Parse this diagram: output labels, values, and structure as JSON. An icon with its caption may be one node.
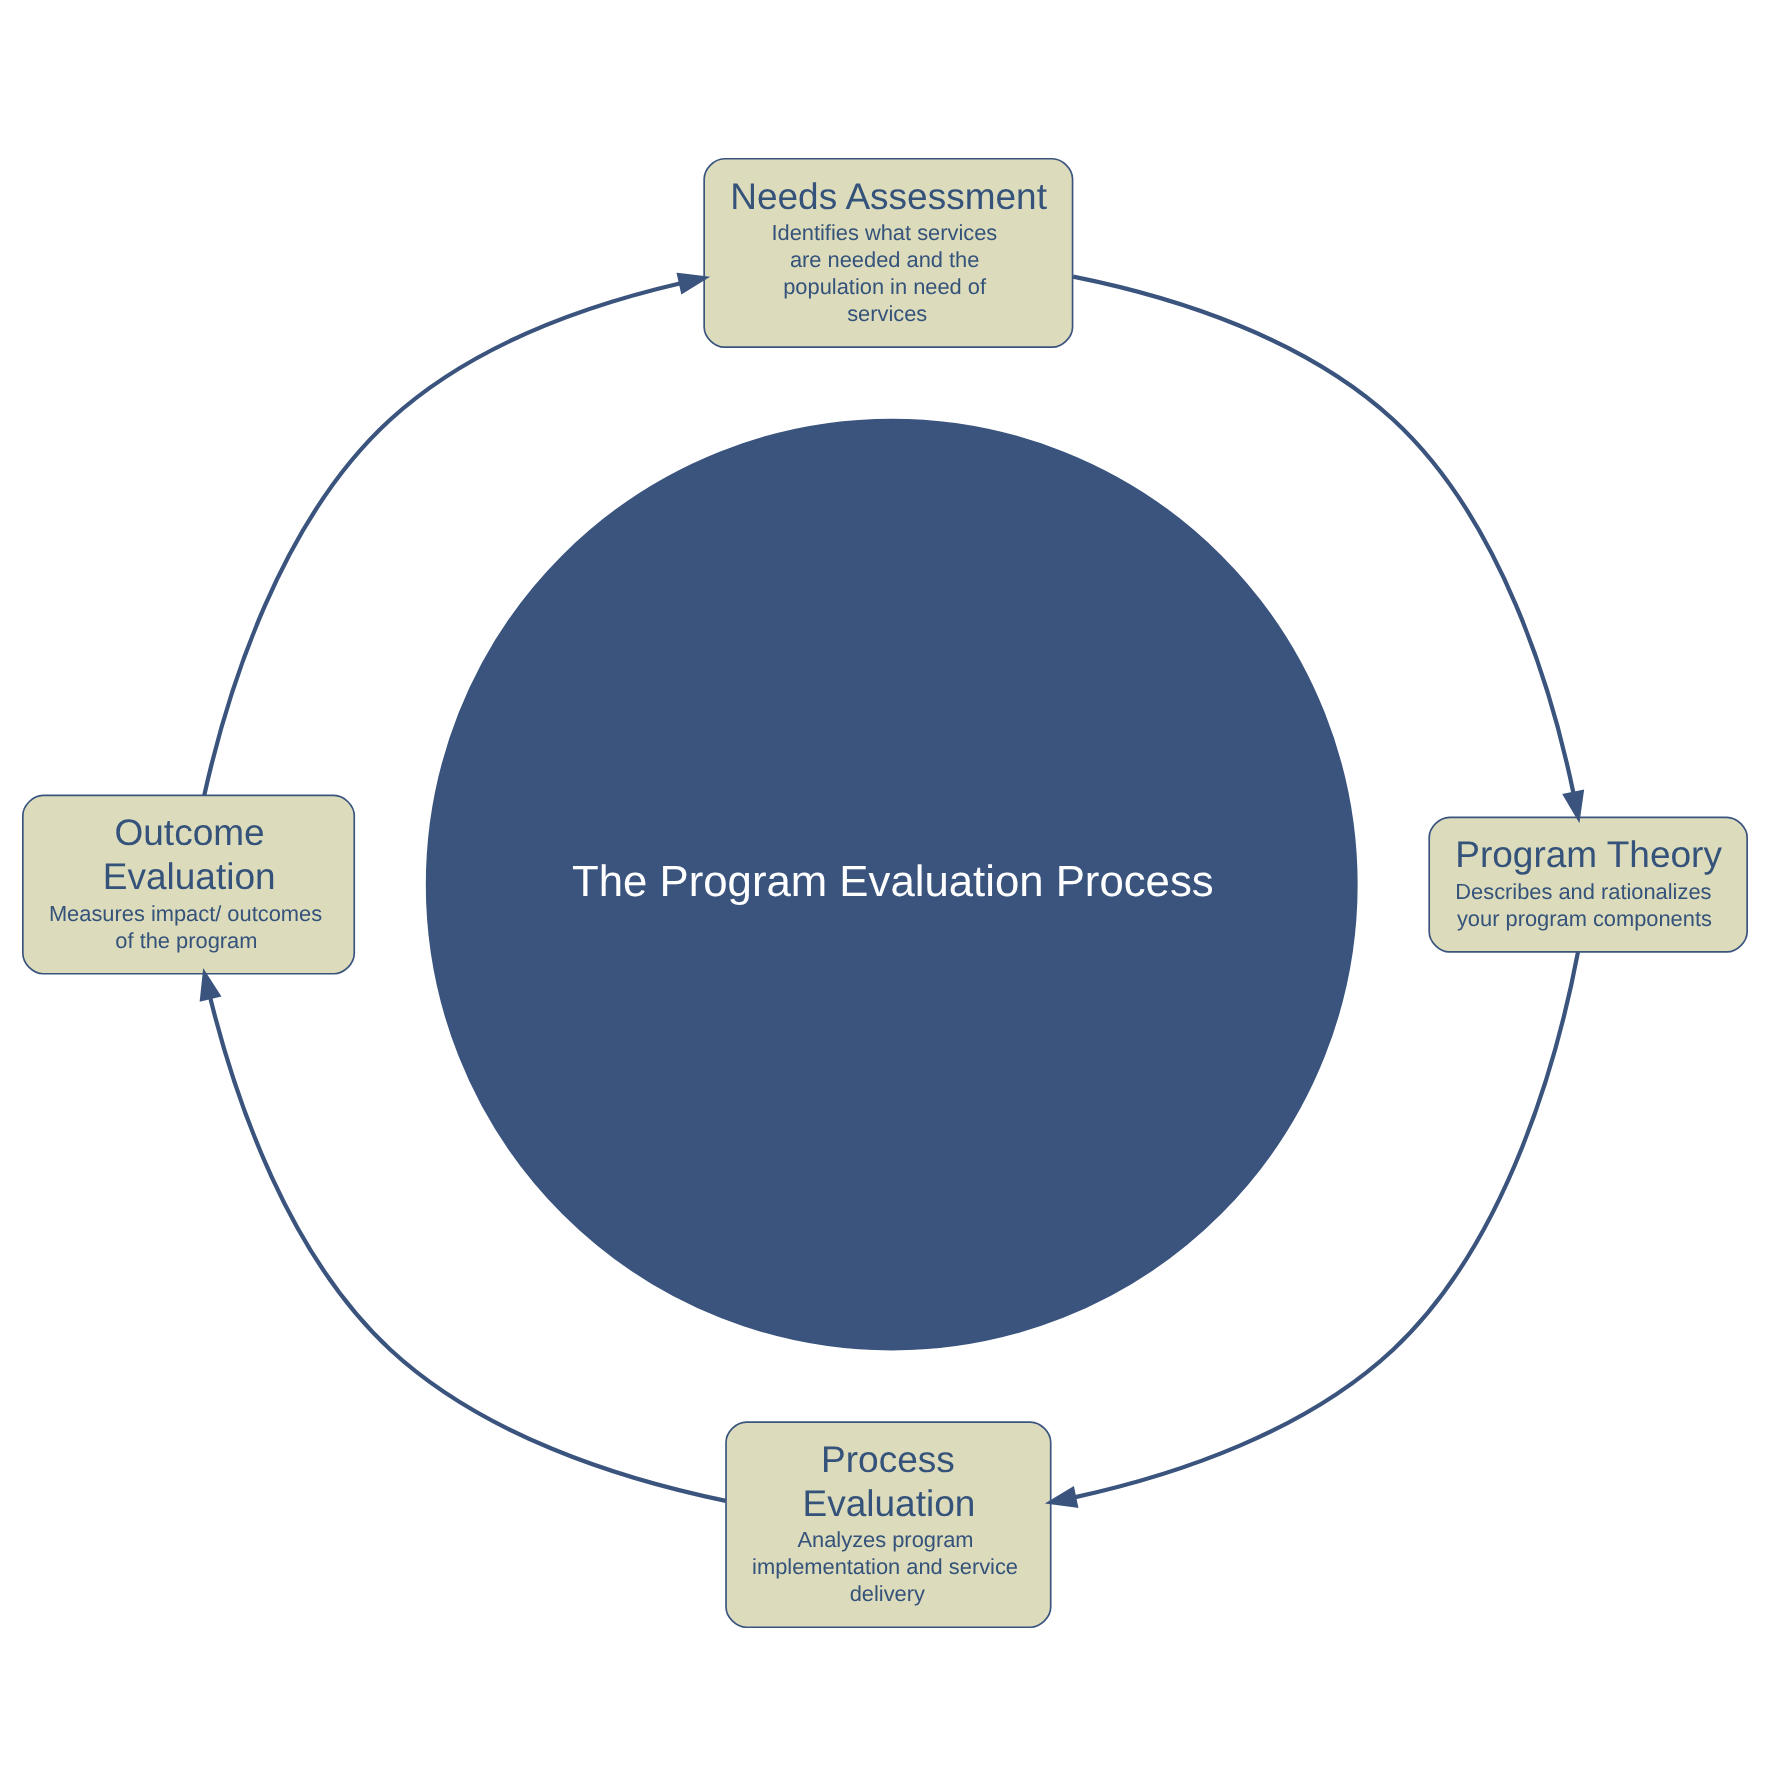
{
  "diagram": {
    "nodes": [
      {
        "text": [
          "The Program Evaluation Process"
        ]
      },
      {
        "text": [
          "Needs Assessment",
          "Identifies what services are needed and the population in need of services"
        ]
      },
      {
        "text": [
          "Program Theory",
          "Describes and rationalizes your program components"
        ]
      },
      {
        "text": [
          "Process Evaluation",
          "Analyzes program implementation and service delivery"
        ]
      },
      {
        "text": [
          "Outcome Evaluation",
          "Measures impact/ outcomes of the program"
        ]
      }
    ],
    "edges": [
      {
        "from": 1,
        "to": 2,
        "arrow": "to"
      },
      {
        "from": 2,
        "to": 3,
        "arrow": "to"
      },
      {
        "from": 3,
        "to": 4,
        "arrow": "to"
      },
      {
        "from": 4,
        "to": 1,
        "arrow": "to"
      }
    ]
  }
}
